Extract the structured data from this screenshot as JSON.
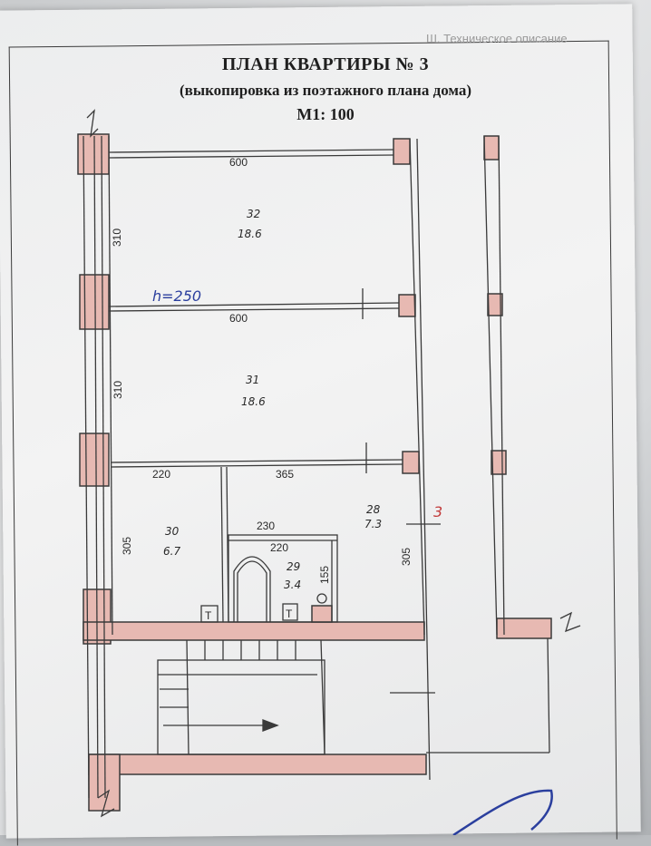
{
  "document": {
    "watermark": "Ш. Техническое описание",
    "title": "ПЛАН КВАРТИРЫ № 3",
    "subtitle": "(выкопировка из поэтажного плана дома)",
    "scale": "М1: 100"
  },
  "plan": {
    "dimensions": {
      "room32_width": "600",
      "room32_depth": "310",
      "room31_width": "600",
      "room31_depth": "310",
      "room30_width": "220",
      "room30_depth": "305",
      "room28_width": "365",
      "room28_depth": "305",
      "bath_top": "230",
      "bath_inner": "220",
      "bath_side": "155"
    },
    "rooms": [
      {
        "number": "32",
        "area": "18.6"
      },
      {
        "number": "31",
        "area": "18.6"
      },
      {
        "number": "30",
        "area": "6.7"
      },
      {
        "number": "29",
        "area": "3.4"
      },
      {
        "number": "28",
        "area": "7.3"
      }
    ],
    "handwritten": {
      "ceiling_height": "h=250",
      "red_mark": "3"
    },
    "fixture_labels": {
      "fixture_a": "T",
      "fixture_b": "T"
    }
  },
  "colors": {
    "wall_fill": "#e7b9b2",
    "wall_stroke": "#3a3a3a",
    "ink_blue": "#2b3f9e",
    "ink_red": "#c23a3a"
  }
}
